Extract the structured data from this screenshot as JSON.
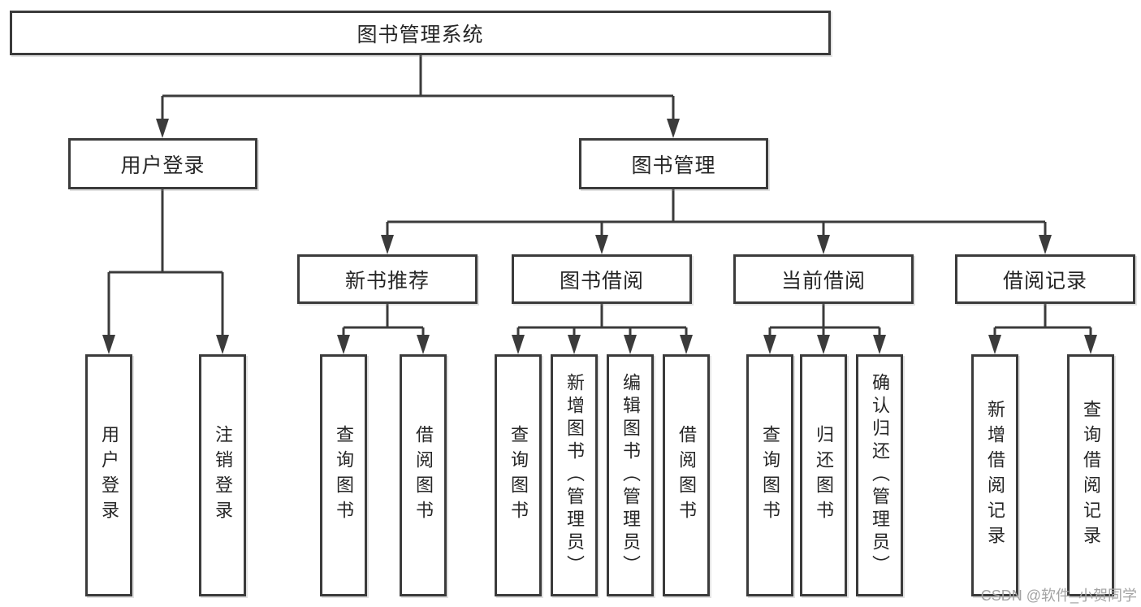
{
  "diagram": {
    "root": {
      "label": "图书管理系统"
    },
    "branches": [
      {
        "label": "用户登录",
        "children": [
          {
            "label": "用户登录"
          },
          {
            "label": "注销登录"
          }
        ]
      },
      {
        "label": "图书管理",
        "children": [
          {
            "label": "新书推荐",
            "children": [
              {
                "label": "查询图书"
              },
              {
                "label": "借阅图书"
              }
            ]
          },
          {
            "label": "图书借阅",
            "children": [
              {
                "label": "查询图书"
              },
              {
                "label": "新增图书（管理员）"
              },
              {
                "label": "编辑图书（管理员）"
              },
              {
                "label": "借阅图书"
              }
            ]
          },
          {
            "label": "当前借阅",
            "children": [
              {
                "label": "查询图书"
              },
              {
                "label": "归还图书"
              },
              {
                "label": "确认归还（管理员）"
              }
            ]
          },
          {
            "label": "借阅记录",
            "children": [
              {
                "label": "新增借阅记录"
              },
              {
                "label": "查询借阅记录"
              }
            ]
          }
        ]
      }
    ]
  },
  "watermark": {
    "text": "CSDN @软件_小贺同学"
  },
  "colors": {
    "line": "#3b3b3b",
    "box_border": "#3b3b3b",
    "box_background": "#ffffff",
    "text": "#262626",
    "watermark": "#a3a3a3",
    "page_background": "#ffffff"
  }
}
